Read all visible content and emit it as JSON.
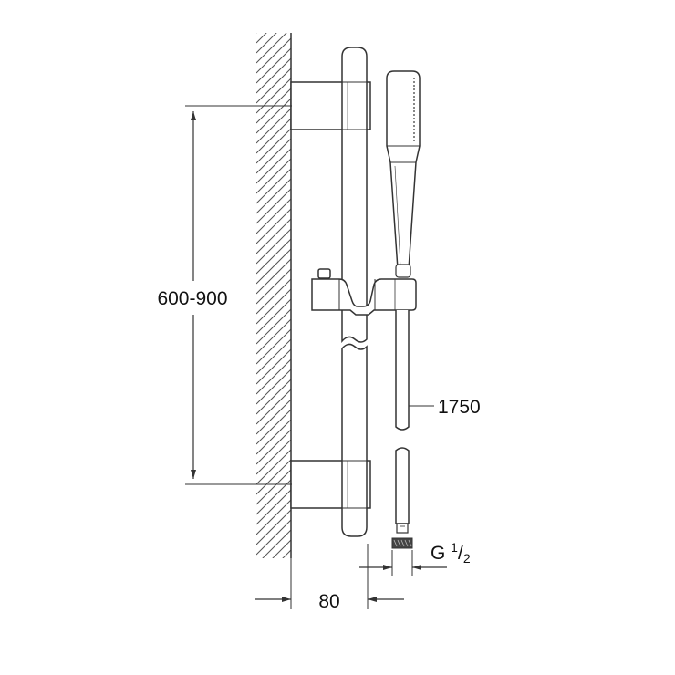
{
  "dimensions": {
    "rail_adjustable_height": "600-900",
    "hose_length": "1750",
    "wall_projection": "80",
    "connection_thread_prefix": "G ",
    "connection_thread_numerator": "1",
    "connection_thread_slash": "/",
    "connection_thread_denominator": "2"
  },
  "colors": {
    "line": "#333333",
    "hatch": "#555555",
    "background": "#ffffff"
  }
}
